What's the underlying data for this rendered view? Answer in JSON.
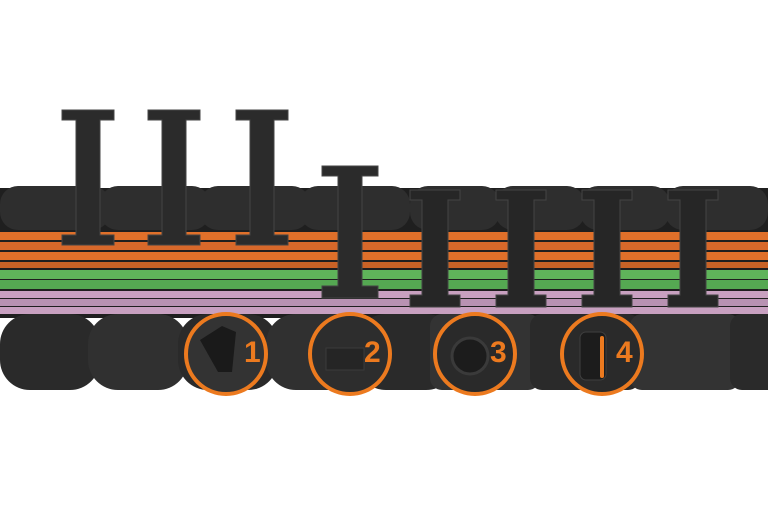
{
  "colors": {
    "background": "#ffffff",
    "chain": "#2b2b2b",
    "chain_dark": "#1c1c1c",
    "cable_orange": "#e0702a",
    "cable_green": "#5fb45a",
    "cable_pink": "#c8a0c0",
    "callout": "#ec7a1f"
  },
  "callouts": [
    {
      "label": "1",
      "icon": "crossbar-latch-detail"
    },
    {
      "label": "2",
      "icon": "side-link-plate-detail"
    },
    {
      "label": "3",
      "icon": "pivot-joint-detail"
    },
    {
      "label": "4",
      "icon": "stop-dog-detail"
    }
  ]
}
